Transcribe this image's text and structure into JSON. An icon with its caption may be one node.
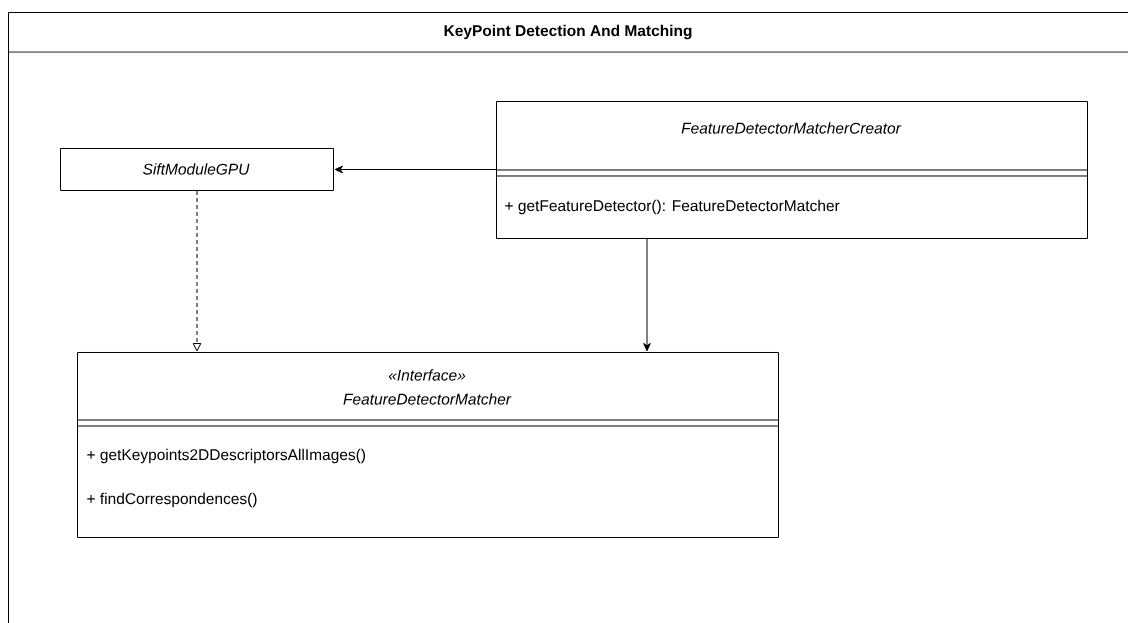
{
  "diagram": {
    "nodes": [
      {
        "text": [
          "KeyPoint Detection And Matching"
        ]
      },
      {
        "text": [
          "SiftModuleGPU"
        ],
        "in": 0
      },
      {
        "text": [
          "FeatureDetectorMatcherCreator",
          "+ getFeatureDetector(): FeatureDetectorMatcher"
        ],
        "in": 0
      },
      {
        "text": [
          "«Interface»",
          "FeatureDetectorMatcher",
          "+ getKeypoints2DDescriptorsAllImages()",
          "+ findCorrespondences()"
        ],
        "in": 0
      }
    ],
    "edges": [
      {
        "from": 2,
        "to": 1,
        "arrow": "to"
      },
      {
        "from": 1,
        "to": 3,
        "arrow": "to",
        "style": "dashed"
      },
      {
        "from": 2,
        "to": 3,
        "arrow": "to"
      }
    ]
  }
}
